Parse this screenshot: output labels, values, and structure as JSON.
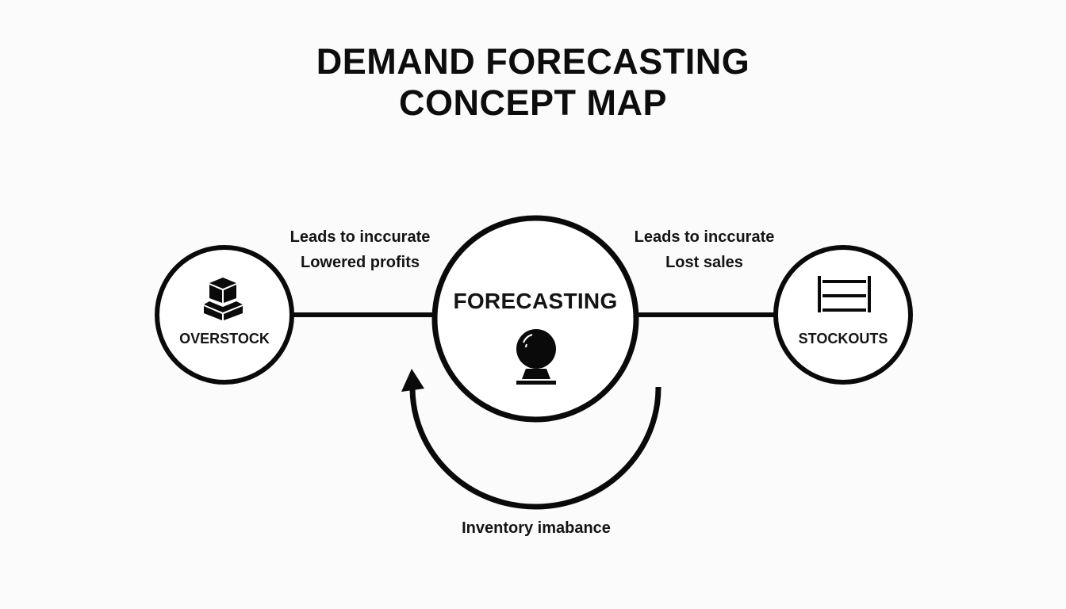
{
  "title": {
    "line1": "DEMAND FORECASTING",
    "line2": "CONCEPT MAP"
  },
  "nodes": {
    "left": {
      "label": "OVERSTOCK",
      "icon": "stacked-boxes-icon"
    },
    "center": {
      "label": "FORECASTING",
      "icon": "crystal-ball-icon"
    },
    "right": {
      "label": "STOCKOUTS",
      "icon": "empty-shelf-icon"
    }
  },
  "edges": {
    "left": {
      "line1": "Leads to inccurate",
      "line2": "Lowered profits"
    },
    "right": {
      "line1": "Leads to inccurate",
      "line2": "Lost sales"
    },
    "loop": {
      "label": "Inventory imabance"
    }
  },
  "colors": {
    "background": "#fbfbfb",
    "stroke": "#0a0a0a",
    "text": "#111111"
  }
}
